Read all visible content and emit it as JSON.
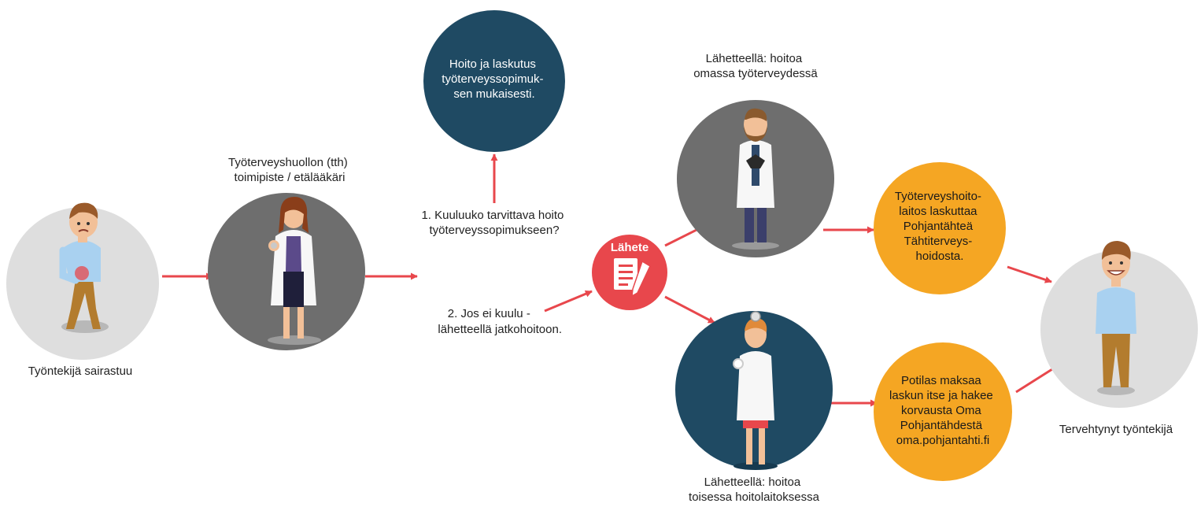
{
  "diagram": {
    "colors": {
      "arrow": "#e8474c",
      "circle_light": "#dedede",
      "circle_gray": "#6e6e6e",
      "circle_navy": "#1f4a63",
      "circle_orange": "#f5a623",
      "circle_red": "#e8474c"
    },
    "sick_employee": {
      "label": "Työntekijä sairastuu"
    },
    "occupational_office": {
      "label_lines": [
        "Työterveyshuollon (tth)",
        "toimipiste / etälääkäri"
      ]
    },
    "contract_care": {
      "text_lines": [
        "Hoito ja laskutus",
        "työterveyssopimuk-",
        "sen mukaisesti."
      ]
    },
    "question_1": {
      "lines": [
        "1. Kuuluuko tarvittava hoito",
        "työterveyssopimukseen?"
      ]
    },
    "question_2": {
      "lines": [
        "2. Jos ei kuulu -",
        "lähetteellä jatkohoitoon."
      ]
    },
    "referral": {
      "badge": "Lähete",
      "icon": "document-pen-icon"
    },
    "own_occupational": {
      "label_lines": [
        "Lähetteellä: hoitoa",
        "omassa työterveydessä"
      ]
    },
    "other_facility": {
      "label_lines": [
        "Lähetteellä: hoitoa",
        "toisessa hoitolaitoksessa"
      ]
    },
    "billing_info": {
      "text_lines": [
        "Työterveyshoito-",
        "laitos laskuttaa",
        "Pohjantähteä",
        "Tähtiterveys-",
        "hoidosta."
      ]
    },
    "patient_pays": {
      "text_lines": [
        "Potilas maksaa",
        "laskun itse ja hakee",
        "korvausta Oma",
        "Pohjantähdestä",
        "oma.pohjantahti.fi"
      ]
    },
    "recovered_employee": {
      "label": "Tervehtynyt työntekijä"
    }
  }
}
